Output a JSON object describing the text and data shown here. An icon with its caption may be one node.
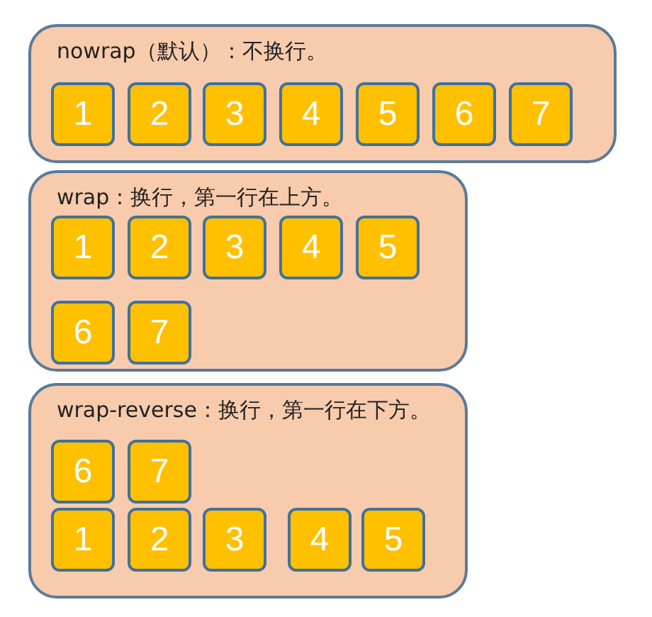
{
  "diagram": {
    "nodes": [
      {
        "text": [
          "nowrap（默认）：不换行。"
        ]
      },
      {
        "text": [
          "1"
        ],
        "in": 0
      },
      {
        "text": [
          "2"
        ],
        "in": 0
      },
      {
        "text": [
          "3"
        ],
        "in": 0
      },
      {
        "text": [
          "4"
        ],
        "in": 0
      },
      {
        "text": [
          "5"
        ],
        "in": 0
      },
      {
        "text": [
          "6"
        ],
        "in": 0
      },
      {
        "text": [
          "7"
        ],
        "in": 0
      },
      {
        "text": [
          "wrap：换行，第一行在上方。"
        ]
      },
      {
        "text": [
          "1"
        ],
        "in": 8
      },
      {
        "text": [
          "2"
        ],
        "in": 8
      },
      {
        "text": [
          "3"
        ],
        "in": 8
      },
      {
        "text": [
          "4"
        ],
        "in": 8
      },
      {
        "text": [
          "5"
        ],
        "in": 8
      },
      {
        "text": [
          "6"
        ],
        "in": 8
      },
      {
        "text": [
          "7"
        ],
        "in": 8
      },
      {
        "text": [
          "wrap-reverse：换行，第一行在下方。"
        ]
      },
      {
        "text": [
          "6"
        ],
        "in": 16
      },
      {
        "text": [
          "7"
        ],
        "in": 16
      },
      {
        "text": [
          "1"
        ],
        "in": 16
      },
      {
        "text": [
          "2"
        ],
        "in": 16
      },
      {
        "text": [
          "3"
        ],
        "in": 16
      },
      {
        "text": [
          "4"
        ],
        "in": 16
      },
      {
        "text": [
          "5"
        ],
        "in": 16
      }
    ]
  }
}
